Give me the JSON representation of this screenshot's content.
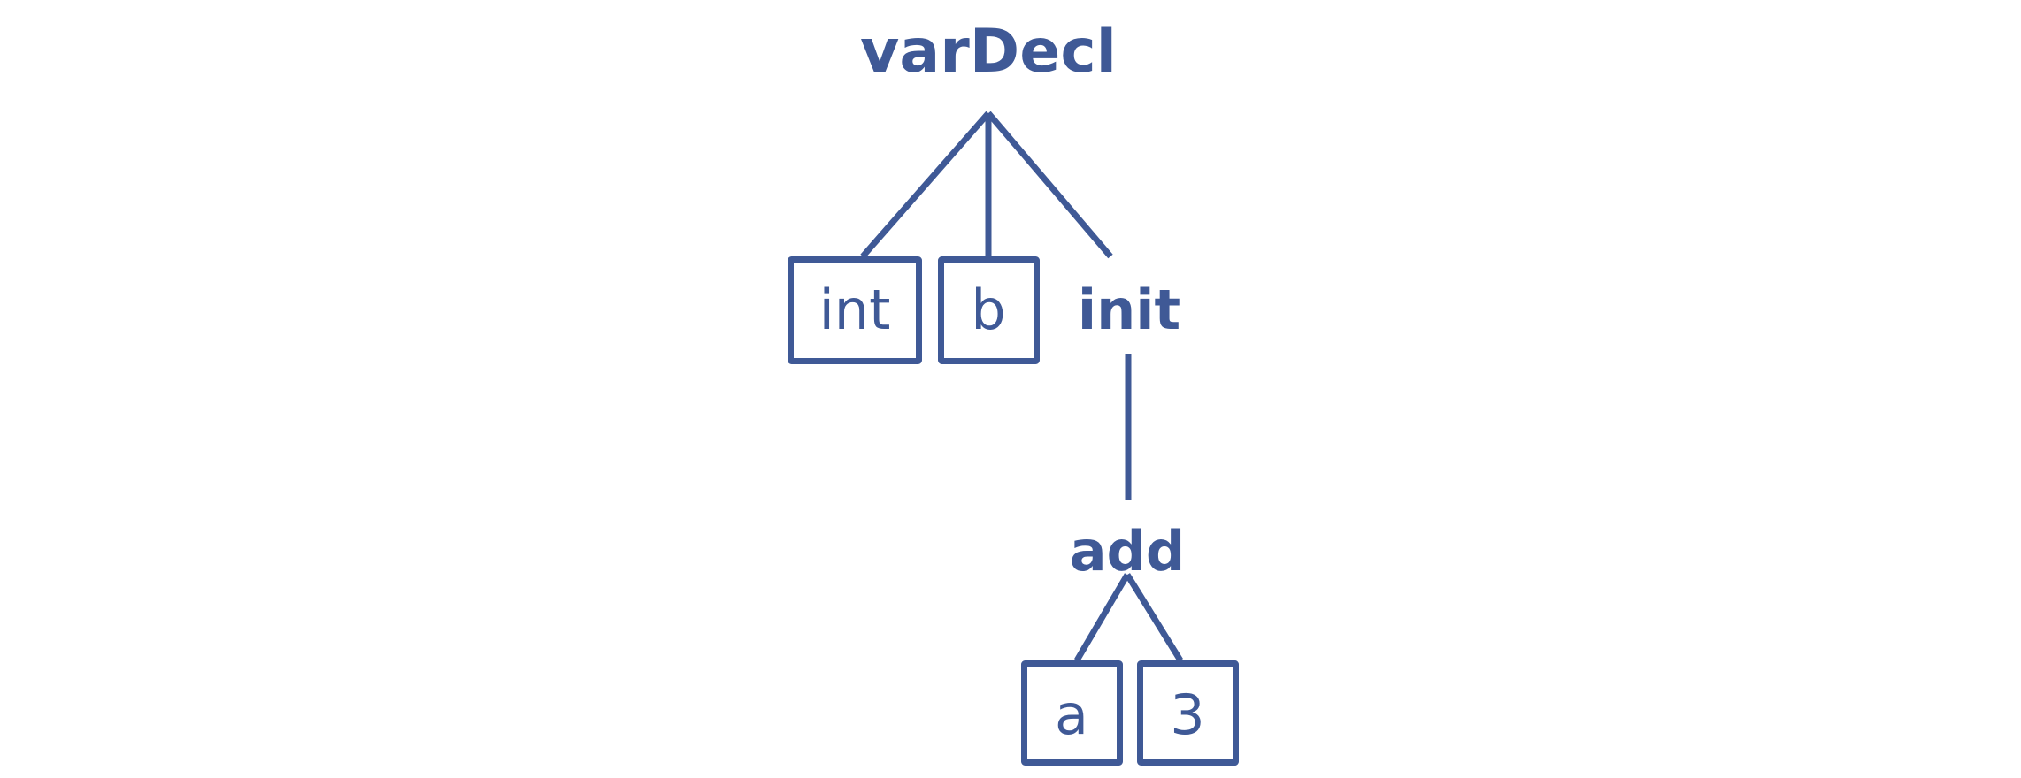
{
  "diagram": {
    "title_text": "varDecl",
    "type": "abstract-syntax-tree",
    "background_color": "#ffffff",
    "stroke_color": "#3F5996",
    "text_color": "#3F5996",
    "nodes": {
      "root": {
        "label": "varDecl",
        "kind": "nonterminal"
      },
      "type": {
        "label": "int",
        "kind": "terminal-box"
      },
      "name": {
        "label": "b",
        "kind": "terminal-box"
      },
      "init": {
        "label": "init",
        "kind": "nonterminal"
      },
      "add": {
        "label": "add",
        "kind": "nonterminal"
      },
      "operand_left": {
        "label": "a",
        "kind": "terminal-box"
      },
      "operand_right": {
        "label": "3",
        "kind": "terminal-box"
      }
    },
    "edges": [
      {
        "from": "varDecl",
        "to": "int"
      },
      {
        "from": "varDecl",
        "to": "b"
      },
      {
        "from": "varDecl",
        "to": "init"
      },
      {
        "from": "init",
        "to": "add"
      },
      {
        "from": "add",
        "to": "a"
      },
      {
        "from": "add",
        "to": "3"
      }
    ]
  }
}
